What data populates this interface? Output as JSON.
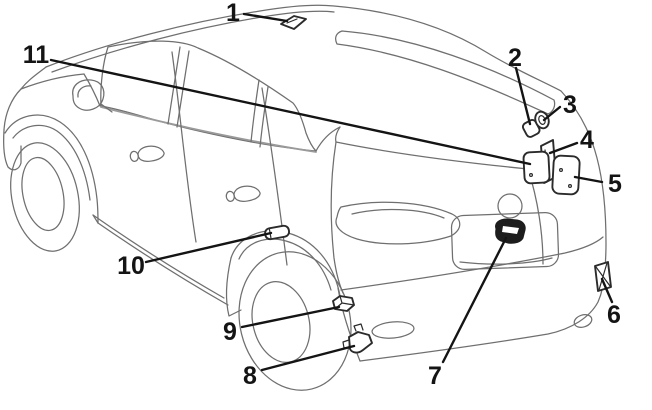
{
  "diagram": {
    "description": "Rear three-quarter outline drawing of a compact SUV with eleven numbered callouts pointing to small component markers",
    "colors": {
      "background": "#ffffff",
      "body_outline": "#6f6f6f",
      "component_outline": "#2b2b2b",
      "callout": "#141414"
    },
    "callouts": [
      {
        "number": "1",
        "target": "roof-antenna-marker"
      },
      {
        "number": "2",
        "target": "rear-gate-grommet-marker"
      },
      {
        "number": "3",
        "target": "rear-gate-ring-marker"
      },
      {
        "number": "4",
        "target": "rear-gate-bracket-marker"
      },
      {
        "number": "5",
        "target": "rear-gate-plate-right-marker"
      },
      {
        "number": "6",
        "target": "rear-bumper-side-sensor-marker"
      },
      {
        "number": "7",
        "target": "tailgate-opener-marker"
      },
      {
        "number": "8",
        "target": "rear-bumper-lower-unit-marker"
      },
      {
        "number": "9",
        "target": "rear-bumper-corner-unit-marker"
      },
      {
        "number": "10",
        "target": "rocker-panel-unit-marker"
      },
      {
        "number": "11",
        "target": "rear-gate-plate-left-marker"
      }
    ]
  }
}
